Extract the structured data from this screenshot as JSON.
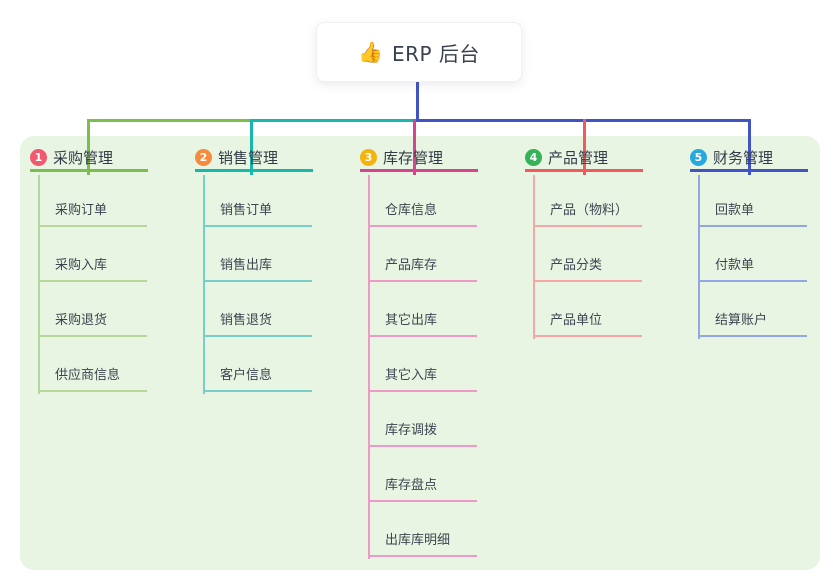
{
  "root": {
    "icon_name": "thumbs-up",
    "icon_glyph": "👍",
    "title": "ERP 后台"
  },
  "colors": {
    "background": "#ffffff",
    "panel": "#e8f5e3",
    "trunk": "#4254c5",
    "title_text": "#39414e",
    "branch_text": "#333b47",
    "child_text": "#3d4551"
  },
  "branches": [
    {
      "badge": "1",
      "label": "采购管理",
      "badge_color": "#f0596e",
      "color": "#7cbe4c",
      "light_color": "#b5d79c",
      "children": [
        "采购订单",
        "采购入库",
        "采购退货",
        "供应商信息"
      ]
    },
    {
      "badge": "2",
      "label": "销售管理",
      "badge_color": "#f68b3d",
      "color": "#17b8ab",
      "light_color": "#76d0c8",
      "children": [
        "销售订单",
        "销售出库",
        "销售退货",
        "客户信息"
      ]
    },
    {
      "badge": "3",
      "label": "库存管理",
      "badge_color": "#f3b410",
      "color": "#d6438f",
      "light_color": "#ee9ac9",
      "children": [
        "仓库信息",
        "产品库存",
        "其它出库",
        "其它入库",
        "库存调拨",
        "库存盘点",
        "出库库明细"
      ]
    },
    {
      "badge": "4",
      "label": "产品管理",
      "badge_color": "#35b457",
      "color": "#f25b5b",
      "light_color": "#f7a6a6",
      "children": [
        "产品（物料）",
        "产品分类",
        "产品单位"
      ]
    },
    {
      "badge": "5",
      "label": "财务管理",
      "badge_color": "#29a8e0",
      "color": "#4254c5",
      "light_color": "#93a6e3",
      "children": [
        "回款单",
        "付款单",
        "结算账户"
      ]
    }
  ]
}
